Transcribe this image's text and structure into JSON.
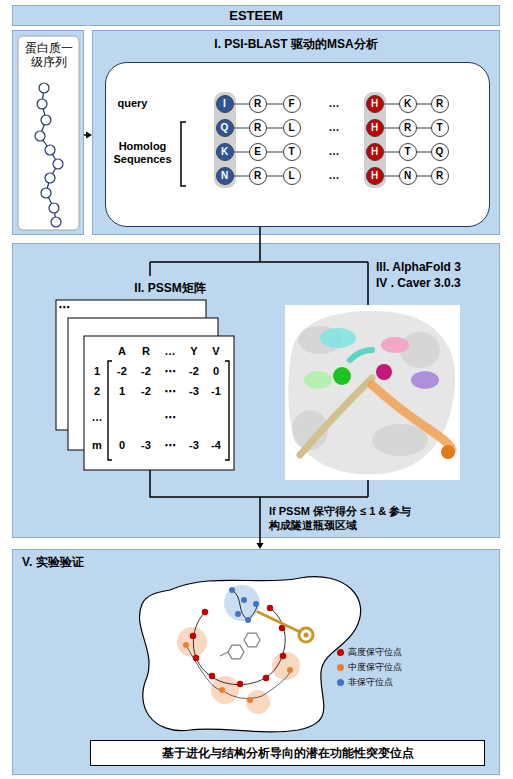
{
  "diagram": {
    "title": "ESTEEM",
    "nodes": [
      {
        "text": [
          "蛋白质一级序列"
        ]
      },
      {
        "text": [
          "I. PSI-BLAST 驱动的MSA分析"
        ]
      },
      {
        "text": [
          "query",
          "Homolog Sequences"
        ],
        "in": 1
      },
      {
        "text": [
          "I"
        ],
        "in": 2
      },
      {
        "text": [
          "R"
        ],
        "in": 2
      },
      {
        "text": [
          "F"
        ],
        "in": 2
      },
      {
        "text": [
          "H"
        ],
        "in": 2
      },
      {
        "text": [
          "K"
        ],
        "in": 2
      },
      {
        "text": [
          "R"
        ],
        "in": 2
      },
      {
        "text": [
          "Q"
        ],
        "in": 2
      },
      {
        "text": [
          "R"
        ],
        "in": 2
      },
      {
        "text": [
          "L"
        ],
        "in": 2
      },
      {
        "text": [
          "H"
        ],
        "in": 2
      },
      {
        "text": [
          "R"
        ],
        "in": 2
      },
      {
        "text": [
          "T"
        ],
        "in": 2
      },
      {
        "text": [
          "K"
        ],
        "in": 2
      },
      {
        "text": [
          "E"
        ],
        "in": 2
      },
      {
        "text": [
          "T"
        ],
        "in": 2
      },
      {
        "text": [
          "H"
        ],
        "in": 2
      },
      {
        "text": [
          "T"
        ],
        "in": 2
      },
      {
        "text": [
          "Q"
        ],
        "in": 2
      },
      {
        "text": [
          "N"
        ],
        "in": 2
      },
      {
        "text": [
          "R"
        ],
        "in": 2
      },
      {
        "text": [
          "L"
        ],
        "in": 2
      },
      {
        "text": [
          "H"
        ],
        "in": 2
      },
      {
        "text": [
          "N"
        ],
        "in": 2
      },
      {
        "text": [
          "R"
        ],
        "in": 2
      },
      {
        "text": [
          "II. PSSM矩阵",
          "III. AlphaFold 3",
          "IV . Caver 3.0.3"
        ]
      },
      {
        "text": [
          "V. 实验验证"
        ]
      },
      {
        "text": [
          "基于进化与结构分析导向的潜在功能性突变位点"
        ],
        "in": 28
      }
    ],
    "edges": [
      {
        "from": 0,
        "to": 1,
        "arrow": "to"
      },
      {
        "from": 2,
        "to": 27,
        "arrow": "none"
      },
      {
        "from": 27,
        "to": 28,
        "label": "If PSSM 保守得分 ≤ 1 & 参与构成隧道瓶颈区域",
        "arrow": "to"
      }
    ],
    "labels": [
      "…",
      "…",
      "…",
      "…",
      "⋯",
      "A",
      "R",
      "…",
      "Y",
      "V",
      "1",
      "-2",
      "-2",
      "⋯",
      "-2",
      "0",
      "2",
      "1",
      "-2",
      "⋯",
      "-3",
      "-1",
      "…",
      "⋯",
      "m",
      "0",
      "-3",
      "⋯",
      "-3",
      "-4"
    ],
    "legend": [
      {
        "text": "高度保守位点",
        "color": "#c00000"
      },
      {
        "text": "中度保守位点",
        "color": "#ed7d31"
      },
      {
        "text": "非保守位点",
        "color": "#4472c4"
      }
    ]
  }
}
